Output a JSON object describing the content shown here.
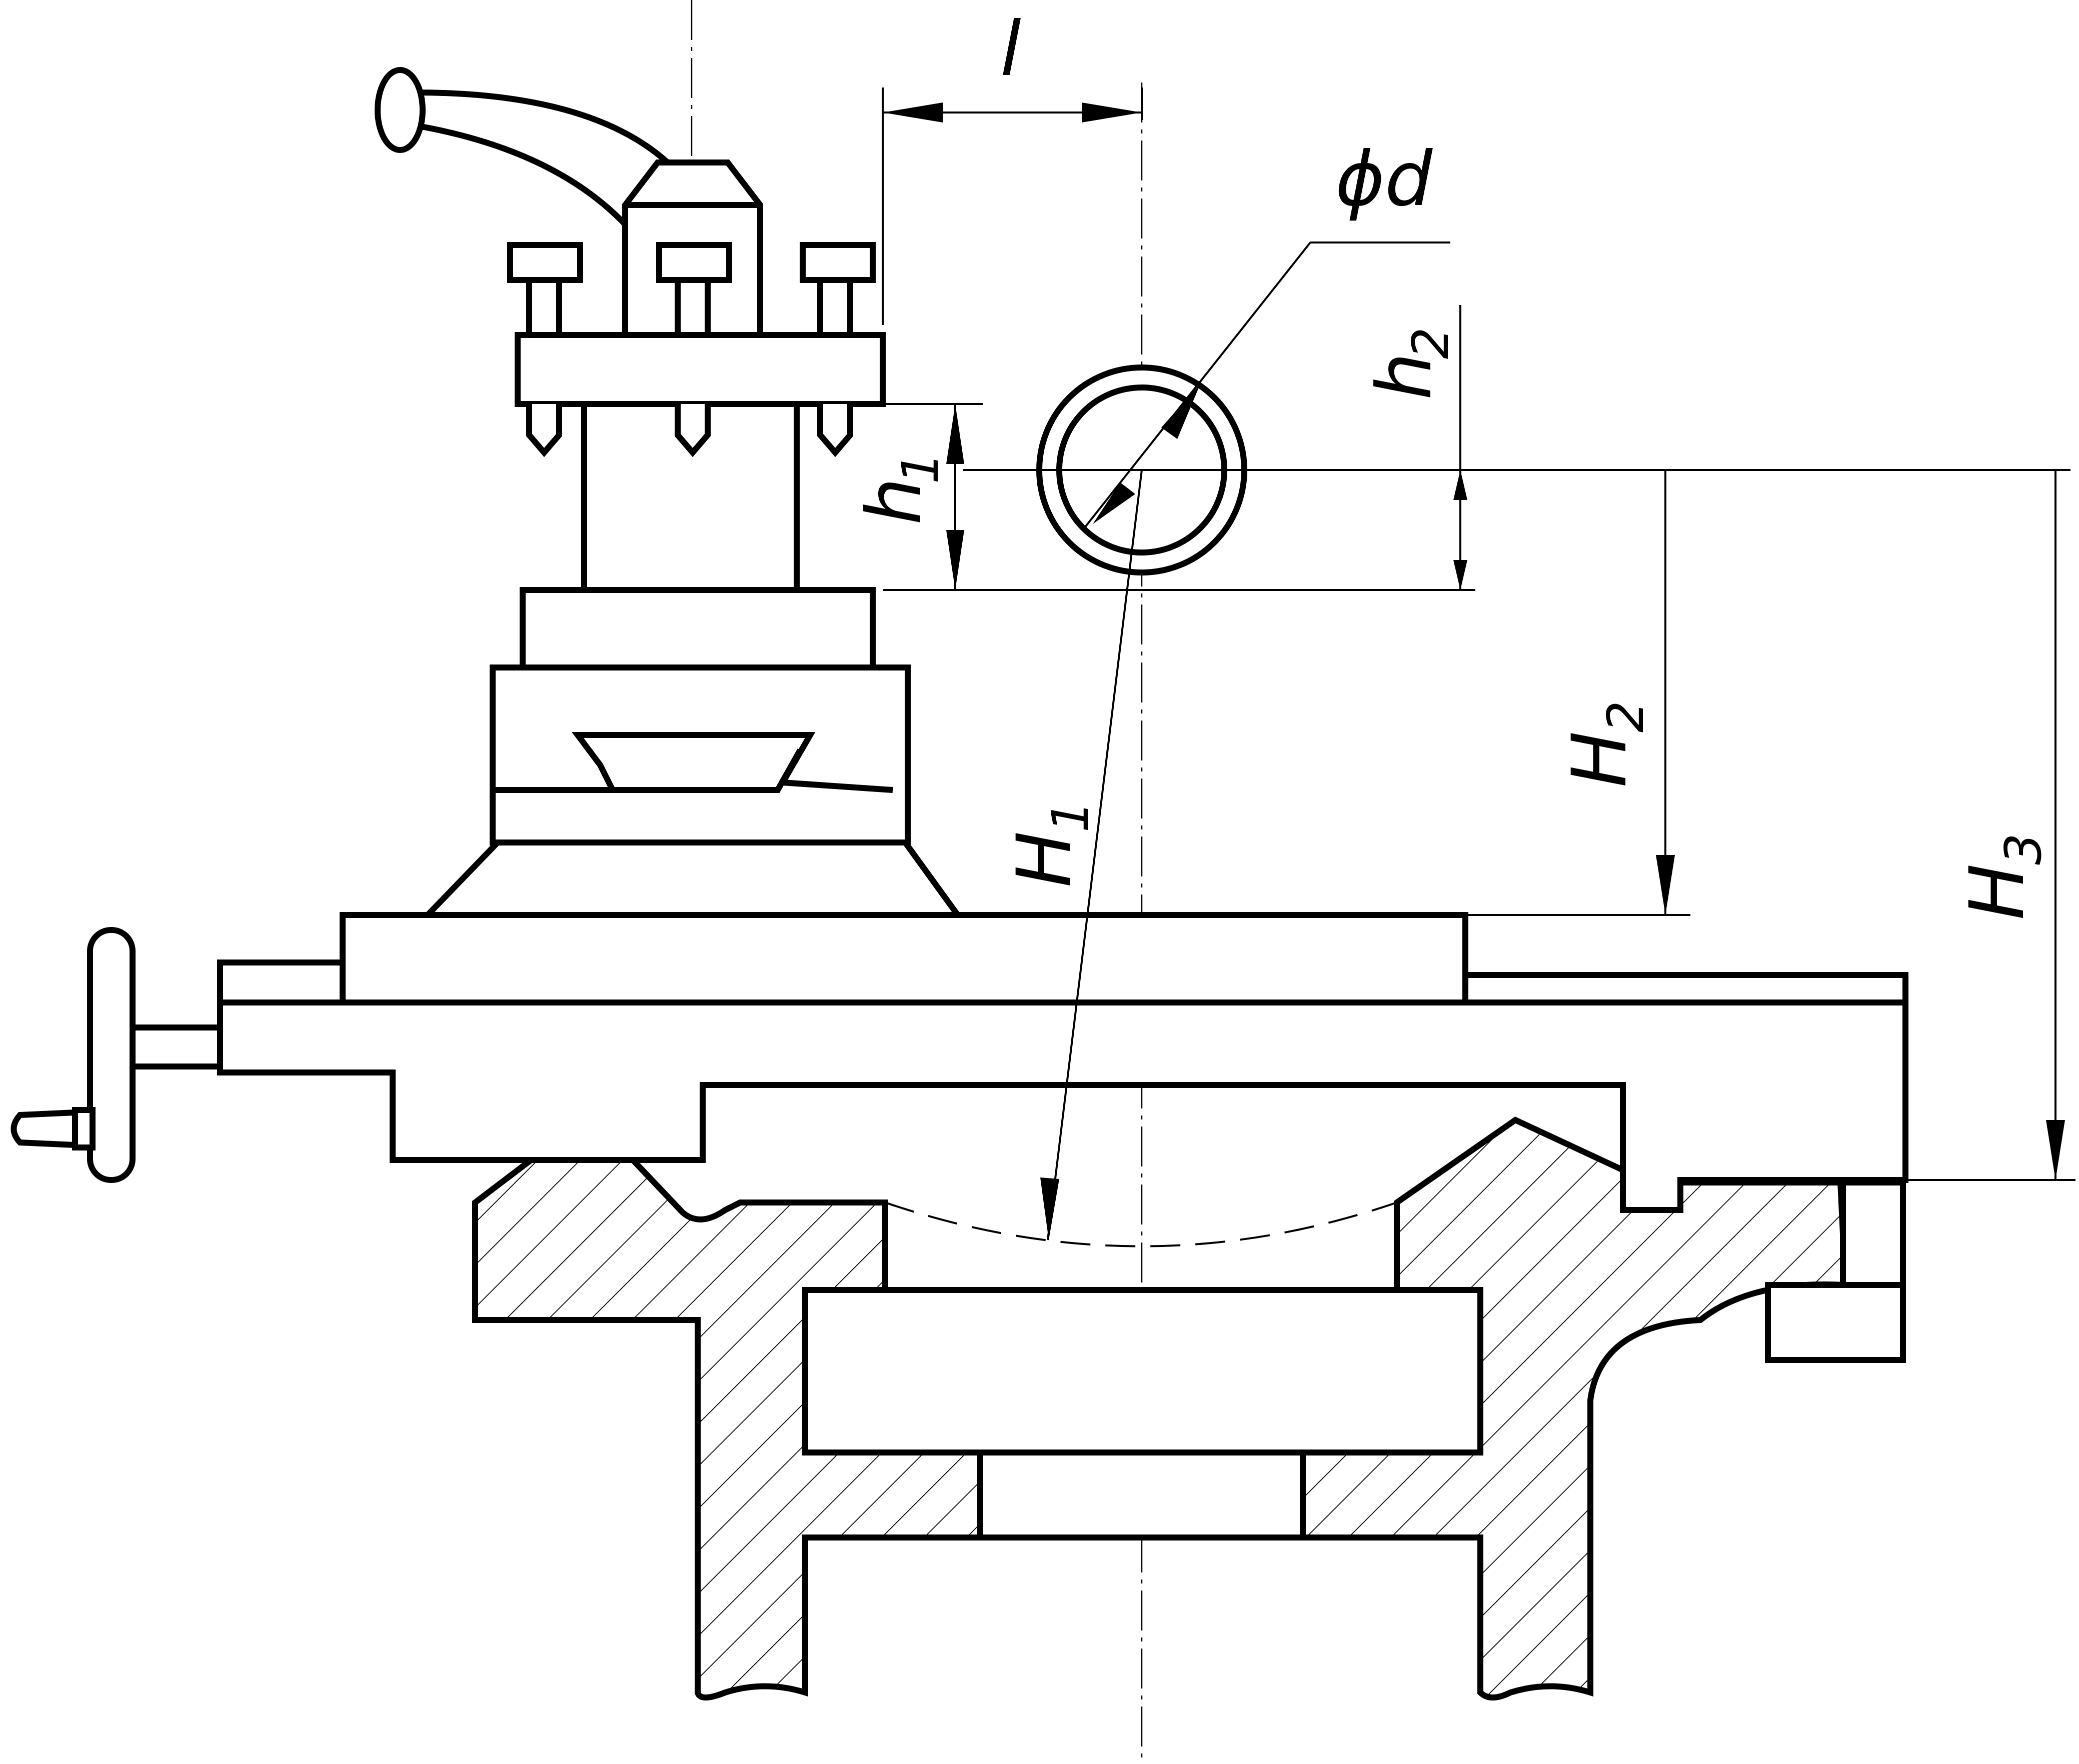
{
  "labels": {
    "l": "l",
    "phi_d": "ϕd",
    "h1_main": "h",
    "h1_sub": "1",
    "h2_main": "h",
    "h2_sub": "2",
    "H1_main": "H",
    "H1_sub": "1",
    "H2_main": "H",
    "H2_sub": "2",
    "H3_main": "H",
    "H3_sub": "3"
  }
}
